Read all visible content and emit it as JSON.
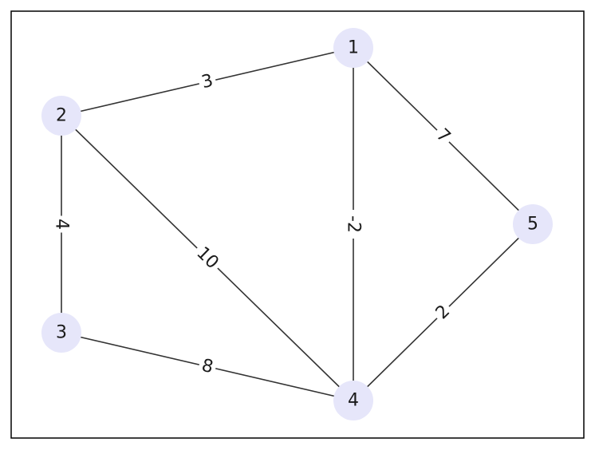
{
  "graph": {
    "nodes": [
      {
        "id": "1",
        "label": "1"
      },
      {
        "id": "2",
        "label": "2"
      },
      {
        "id": "3",
        "label": "3"
      },
      {
        "id": "4",
        "label": "4"
      },
      {
        "id": "5",
        "label": "5"
      }
    ],
    "edges": [
      {
        "source": "1",
        "target": "2",
        "weight": "3"
      },
      {
        "source": "1",
        "target": "4",
        "weight": "-2"
      },
      {
        "source": "1",
        "target": "5",
        "weight": "7"
      },
      {
        "source": "2",
        "target": "3",
        "weight": "4"
      },
      {
        "source": "2",
        "target": "4",
        "weight": "10"
      },
      {
        "source": "3",
        "target": "4",
        "weight": "8"
      },
      {
        "source": "4",
        "target": "5",
        "weight": "2"
      }
    ]
  },
  "colors": {
    "node_fill": "#e6e6fa",
    "edge": "#333333",
    "frame": "#000000",
    "text": "#1a1a1a",
    "label_bg": "#ffffff"
  }
}
